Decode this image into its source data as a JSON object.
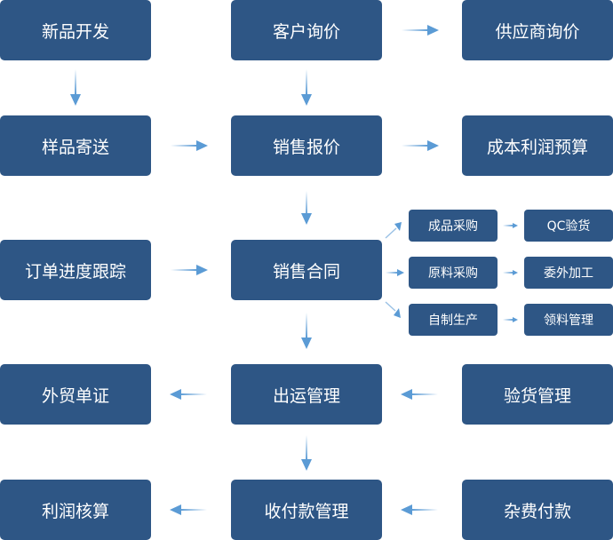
{
  "diagram": {
    "colors": {
      "box": "#2e5685",
      "text": "#ffffff",
      "arrow": "#5b9bd5"
    },
    "nodes": {
      "new_product": "新品开发",
      "customer_inquiry": "客户询价",
      "supplier_inquiry": "供应商询价",
      "sample_delivery": "样品寄送",
      "sales_quote": "销售报价",
      "cost_profit_budget": "成本利润预算",
      "order_tracking": "订单进度跟踪",
      "sales_contract": "销售合同",
      "finished_purchase": "成品采购",
      "qc_inspection": "QC验货",
      "raw_purchase": "原料采购",
      "outsourcing": "委外加工",
      "self_production": "自制生产",
      "material_management": "领料管理",
      "foreign_trade_docs": "外贸单证",
      "shipping_management": "出运管理",
      "inspection_management": "验货管理",
      "profit_accounting": "利润核算",
      "payment_management": "收付款管理",
      "misc_payment": "杂费付款"
    },
    "edges": [
      [
        "new_product",
        "sample_delivery"
      ],
      [
        "customer_inquiry",
        "supplier_inquiry"
      ],
      [
        "customer_inquiry",
        "sales_quote"
      ],
      [
        "sample_delivery",
        "sales_quote"
      ],
      [
        "sales_quote",
        "cost_profit_budget"
      ],
      [
        "sales_quote",
        "sales_contract"
      ],
      [
        "order_tracking",
        "sales_contract"
      ],
      [
        "sales_contract",
        "finished_purchase"
      ],
      [
        "sales_contract",
        "raw_purchase"
      ],
      [
        "sales_contract",
        "self_production"
      ],
      [
        "finished_purchase",
        "qc_inspection"
      ],
      [
        "raw_purchase",
        "outsourcing"
      ],
      [
        "self_production",
        "material_management"
      ],
      [
        "sales_contract",
        "shipping_management"
      ],
      [
        "shipping_management",
        "foreign_trade_docs"
      ],
      [
        "inspection_management",
        "shipping_management"
      ],
      [
        "shipping_management",
        "payment_management"
      ],
      [
        "payment_management",
        "profit_accounting"
      ],
      [
        "misc_payment",
        "payment_management"
      ]
    ]
  }
}
